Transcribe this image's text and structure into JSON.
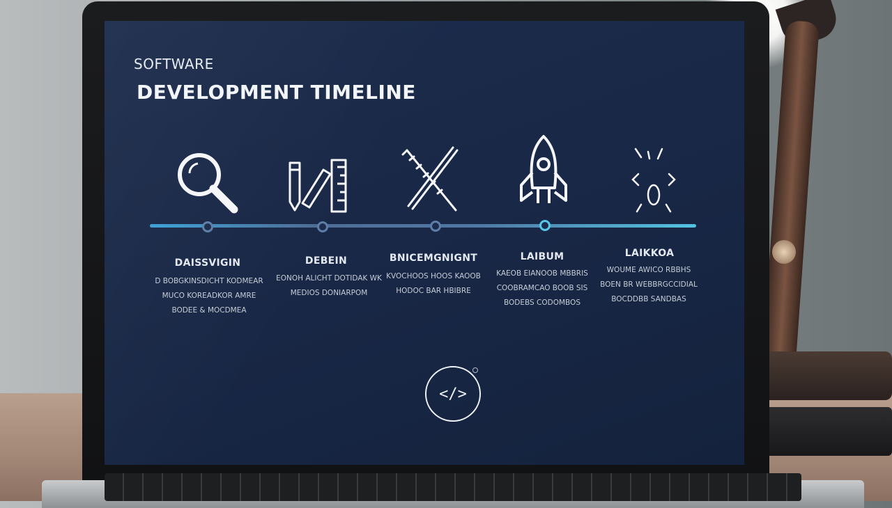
{
  "slide": {
    "title_line1": "SOFTWARE",
    "title_line2": "DEVELOPMENT TIMELINE"
  },
  "phases": [
    {
      "icon": "magnifier-icon",
      "label": "DAISSVIGIN",
      "lines": [
        "D BOBGKINSDICHT KODMEAR",
        "MUCO KOREADKOR AMRE",
        "BODEE & MOCDMEA"
      ],
      "active": false
    },
    {
      "icon": "pencil-ruler-icon",
      "label": "DEBEIN",
      "lines": [
        "EONOH ALICHT DOTIDAK WK",
        "MEDIOS DONIARPOM"
      ],
      "active": false
    },
    {
      "icon": "crossed-tools-icon",
      "label": "BNICEMGNIGNT",
      "lines": [
        "KVOCHOOS HOOS KAOOB",
        "HODOC BAR HBIBRE"
      ],
      "active": false
    },
    {
      "icon": "rocket-icon",
      "label": "LAIBUM",
      "lines": [
        "KAEOB EIANOOB MBBRIS",
        "COOBRAMCAO BOOB SIS",
        "BODEBS CODOMBOS"
      ],
      "active": true
    },
    {
      "icon": "sparkle-zero-icon",
      "label": "LAIKKOA",
      "lines": [
        "WOUME AWICO RBBHS",
        "BOEN BR WEBBRGCCIDIAL",
        "BOCDDBB SANDBAS"
      ],
      "active": false
    }
  ],
  "badge": {
    "icon": "code-brackets-icon",
    "text": "</>"
  },
  "colors": {
    "screen_bg": "#1b2a4a",
    "timeline_accent": "#52c2e0",
    "text": "#e6ebf2"
  }
}
